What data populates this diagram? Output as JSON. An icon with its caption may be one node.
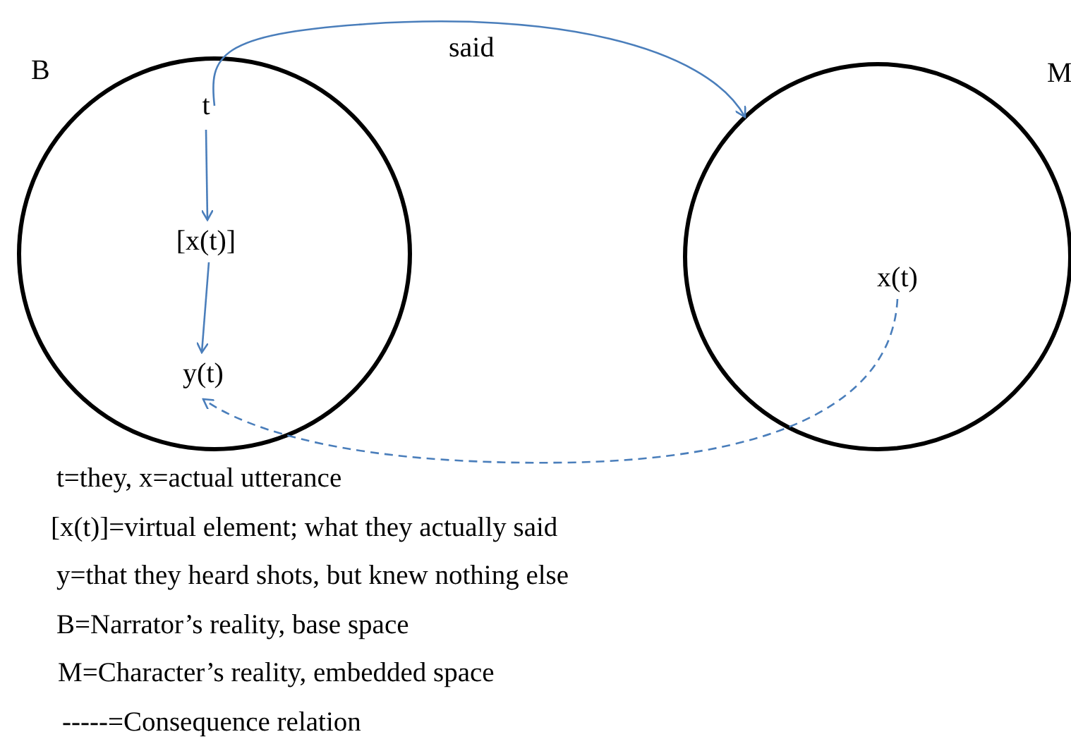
{
  "diagram": {
    "nodes": [
      {
        "text": [
          "B"
        ]
      },
      {
        "text": [
          "t"
        ],
        "in": 0
      },
      {
        "text": [
          "[x(t)]"
        ],
        "in": 0
      },
      {
        "text": [
          "y(t)"
        ],
        "in": 0
      },
      {
        "text": [
          "M"
        ]
      },
      {
        "text": [
          "x(t)"
        ],
        "in": 4
      }
    ],
    "edges": [
      {
        "from": 1,
        "to": 4,
        "arrow": "to",
        "label": "said"
      },
      {
        "from": 1,
        "to": 2,
        "arrow": "to"
      },
      {
        "from": 2,
        "to": 3,
        "arrow": "to"
      },
      {
        "from": 5,
        "to": 3,
        "arrow": "to",
        "style": "dashed"
      }
    ],
    "labels": [
      "t=they, x=actual utterance",
      "[x(t)]=virtual element; what they actually said",
      "y=that they heard shots, but knew nothing else",
      "B=Narrator’s reality, base space",
      "M=Character’s reality, embedded space",
      "-----=Consequence relation"
    ]
  }
}
